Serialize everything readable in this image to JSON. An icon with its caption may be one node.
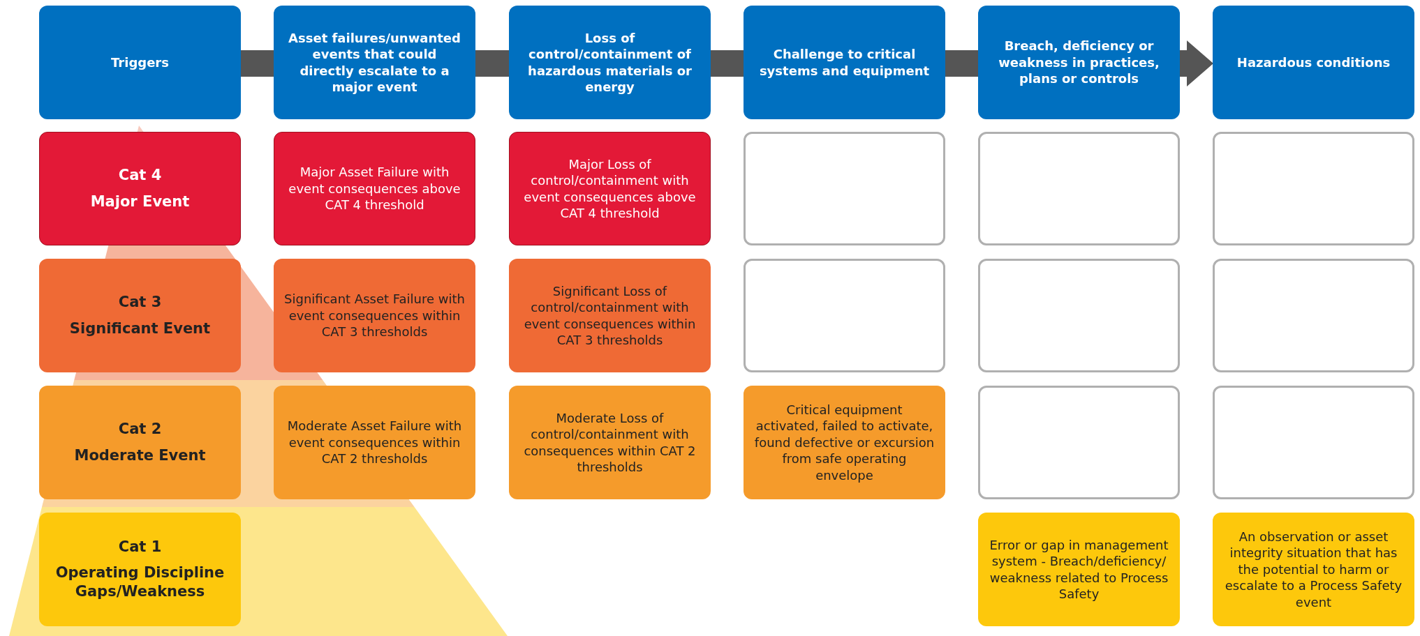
{
  "diagram": {
    "nodes": [
      {
        "text": [
          "Triggers"
        ]
      },
      {
        "text": [
          "Asset failures/unwanted events that could directly escalate to a major event"
        ]
      },
      {
        "text": [
          "Loss of control/containment of hazardous materials or energy"
        ]
      },
      {
        "text": [
          "Challenge to critical systems and equipment"
        ]
      },
      {
        "text": [
          "Breach, deficiency or weakness in practices, plans or controls"
        ]
      },
      {
        "text": [
          "Hazardous conditions"
        ]
      },
      {
        "text": [
          "Cat 4",
          "Major Event"
        ]
      },
      {
        "text": [
          "Major Asset Failure with event consequences above CAT 4 threshold"
        ]
      },
      {
        "text": [
          "Major Loss of control/containment with event consequences above CAT 4 threshold"
        ]
      },
      {
        "text": [],
        "shape": "box"
      },
      {
        "text": [],
        "shape": "box"
      },
      {
        "text": [],
        "shape": "box"
      },
      {
        "text": [
          "Cat 3",
          "Significant Event"
        ]
      },
      {
        "text": [
          "Significant Asset Failure with event consequences within CAT 3 thresholds"
        ]
      },
      {
        "text": [
          "Significant Loss of control/containment with event consequences within CAT 3 thresholds"
        ]
      },
      {
        "text": [],
        "shape": "box"
      },
      {
        "text": [],
        "shape": "box"
      },
      {
        "text": [],
        "shape": "box"
      },
      {
        "text": [
          "Cat 2",
          "Moderate Event"
        ]
      },
      {
        "text": [
          "Moderate Asset Failure with event consequences within CAT 2 thresholds"
        ]
      },
      {
        "text": [
          "Moderate Loss of control/containment with consequences within CAT 2 thresholds"
        ]
      },
      {
        "text": [
          "Critical equipment activated, failed to activate, found defective or excursion from safe operating envelope"
        ]
      },
      {
        "text": [],
        "shape": "box"
      },
      {
        "text": [],
        "shape": "box"
      },
      {
        "text": [
          "Cat 1",
          "Operating Discipline Gaps/Weakness"
        ]
      },
      {
        "text": [
          "Error or gap in management system - Breach/deficiency/ weakness related to Process Safety"
        ]
      },
      {
        "text": [
          "An observation or asset integrity situation that has the potential to harm or escalate to a Process Safety event"
        ]
      }
    ]
  }
}
